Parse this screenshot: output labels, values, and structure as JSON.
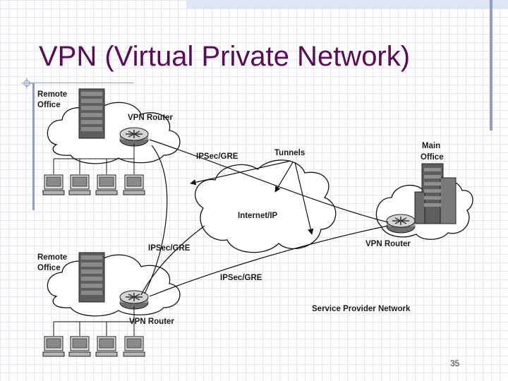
{
  "title": "VPN (Virtual Private Network)",
  "slide_number": "35",
  "diagram": {
    "labels": {
      "remote_office_top_line1": "Remote",
      "remote_office_top_line2": "Office",
      "vpn_router_top": "VPN Router",
      "ipsec_gre_top": "IPSec/GRE",
      "tunnels": "Tunnels",
      "main_office_line1": "Main",
      "main_office_line2": "Office",
      "internet": "Internet/IP",
      "vpn_router_main": "VPN Router",
      "ipsec_gre_mid": "IPSec/GRE",
      "ipsec_gre_bottom": "IPSec/GRE",
      "remote_office_bottom_line1": "Remote",
      "remote_office_bottom_line2": "Office",
      "vpn_router_bottom": "VPN Router",
      "service_provider_network": "Service Provider Network"
    }
  }
}
